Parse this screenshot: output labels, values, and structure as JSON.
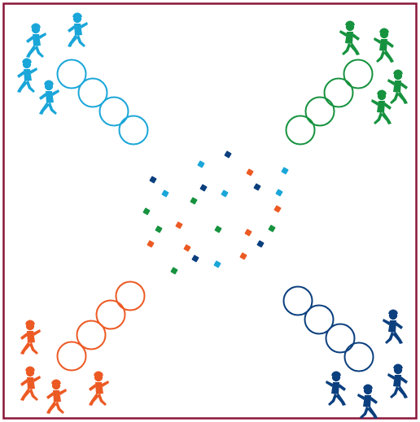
{
  "colors": {
    "border": "#8a1538",
    "background": "#ffffff",
    "light_blue": "#1aa6d8",
    "green": "#17923f",
    "orange": "#ec5a24",
    "dark_blue": "#0b3f7e"
  },
  "teams": [
    {
      "id": "team-light-blue",
      "color_key": "light_blue",
      "corner": "top-left",
      "players": 4,
      "hoops": 4,
      "icon": "running-child-icon"
    },
    {
      "id": "team-green",
      "color_key": "green",
      "corner": "top-right",
      "players": 4,
      "hoops": 4,
      "icon": "running-child-icon"
    },
    {
      "id": "team-orange",
      "color_key": "orange",
      "corner": "bottom-left",
      "players": 4,
      "hoops": 4,
      "icon": "running-child-icon"
    },
    {
      "id": "team-dark-blue",
      "color_key": "dark_blue",
      "corner": "bottom-right",
      "players": 4,
      "hoops": 4,
      "icon": "running-child-icon"
    }
  ],
  "center_markers": {
    "shape": "bean-bag",
    "counts": {
      "light_blue": 6,
      "green": 6,
      "orange": 7,
      "dark_blue": 6
    }
  }
}
